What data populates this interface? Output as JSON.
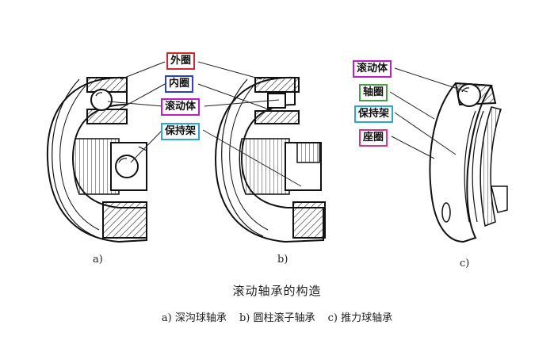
{
  "labels_left": {
    "outer_ring": "外圈",
    "inner_ring": "内圈",
    "rolling_element": "滚动体",
    "cage": "保持架"
  },
  "labels_right": {
    "rolling_element": "滚动体",
    "shaft_washer": "轴圈",
    "cage": "保持架",
    "housing_washer": "座圈"
  },
  "sublabels": {
    "a": "a)",
    "b": "b)",
    "c": "c)"
  },
  "caption": {
    "title": "滚动轴承的构造",
    "items": [
      "a) 深沟球轴承",
      "b) 圆柱滚子轴承",
      "c) 推力球轴承"
    ]
  },
  "colors": {
    "outer_ring_box": "#d8262e",
    "inner_ring_box": "#2a3fd6",
    "rolling_element_box": "#c21bc7",
    "cage_box": "#2aa6d8",
    "shaft_washer_box": "#4c9a4c",
    "housing_washer_box": "#cf3a8c"
  }
}
